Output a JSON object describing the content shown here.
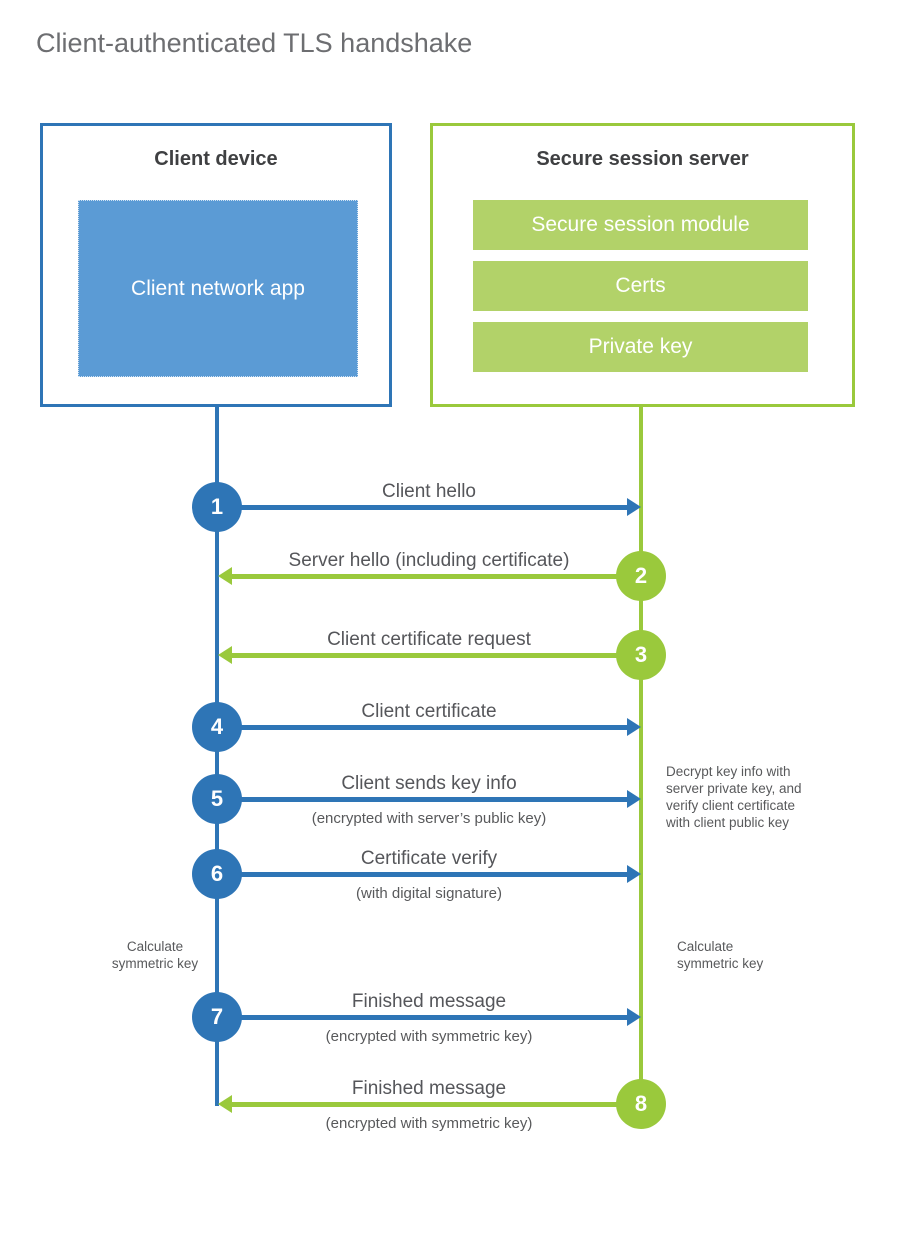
{
  "title": "Client-authenticated TLS handshake",
  "colors": {
    "blue": "#2e75b6",
    "blue_fill": "#5b9bd5",
    "green": "#9ac93c",
    "green_fill": "#b2d269",
    "heading_text": "#3f4042",
    "body_text": "#58595b",
    "title_text": "#6d6e71"
  },
  "client": {
    "title": "Client device",
    "app_label": "Client network app"
  },
  "server": {
    "title": "Secure session server",
    "modules": [
      "Secure session module",
      "Certs",
      "Private key"
    ]
  },
  "messages": [
    {
      "num": "1",
      "label": "Client hello",
      "sub": "",
      "direction": "client-to-server",
      "color": "blue"
    },
    {
      "num": "2",
      "label": "Server hello (including certificate)",
      "sub": "",
      "direction": "server-to-client",
      "color": "green"
    },
    {
      "num": "3",
      "label": "Client certificate request",
      "sub": "",
      "direction": "server-to-client",
      "color": "green"
    },
    {
      "num": "4",
      "label": "Client certificate",
      "sub": "",
      "direction": "client-to-server",
      "color": "blue"
    },
    {
      "num": "5",
      "label": "Client sends key info",
      "sub": "(encrypted with server’s public key)",
      "direction": "client-to-server",
      "color": "blue"
    },
    {
      "num": "6",
      "label": "Certificate verify",
      "sub": "(with digital signature)",
      "direction": "client-to-server",
      "color": "blue"
    },
    {
      "num": "7",
      "label": "Finished message",
      "sub": "(encrypted with symmetric key)",
      "direction": "client-to-server",
      "color": "blue"
    },
    {
      "num": "8",
      "label": "Finished message",
      "sub": "(encrypted with symmetric key)",
      "direction": "server-to-client",
      "color": "green"
    }
  ],
  "notes": {
    "decrypt": "Decrypt key info with server private key, and verify client certificate with client public key",
    "calc_left": "Calculate symmetric key",
    "calc_right": "Calculate symmetric key"
  }
}
